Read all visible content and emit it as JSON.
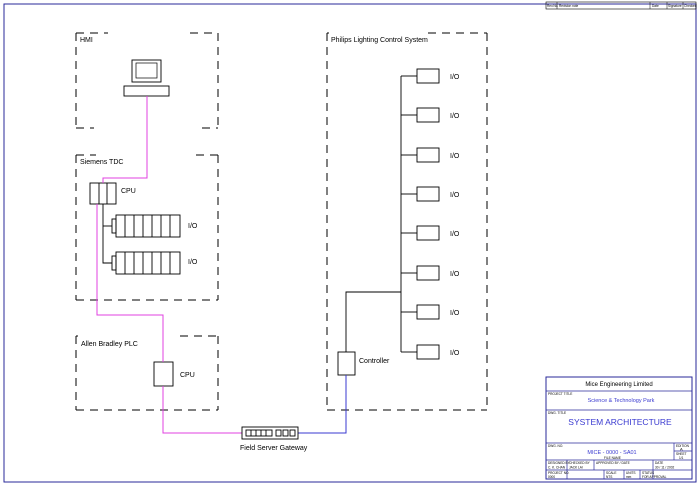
{
  "revision_table": {
    "revision": "Rev.No.",
    "description": "Revision note",
    "date": "Date",
    "signature": "Signature",
    "checked": "Checked"
  },
  "groups": {
    "hmi": "HMI",
    "siemens": "Siemens TDC",
    "allen_bradley": "Allen Bradley PLC",
    "philips": "Philips Lighting Control System"
  },
  "labels": {
    "siemens_cpu": "CPU",
    "siemens_io_1": "I/O",
    "siemens_io_2": "I/O",
    "ab_cpu": "CPU",
    "controller": "Controller",
    "gateway": "Field Server Gateway",
    "philips_io": [
      "I/O",
      "I/O",
      "I/O",
      "I/O",
      "I/O",
      "I/O",
      "I/O",
      "I/O"
    ]
  },
  "title_block": {
    "company": "Mice Engineering Limited",
    "project_title_label": "PROJECT TITLE",
    "project_title": "Science & Technology Park",
    "drawing_title_label": "DWG. TITLE",
    "drawing_title": "SYSTEM ARCHITECTURE",
    "drawing_no_label": "DWG. NO.",
    "drawing_no": "MICE - 0000 - SA01",
    "file_name_label": "FILE NAME",
    "edition_label": "EDITION",
    "edition": "A",
    "sheet_label": "SHEET",
    "sheet": "1/1",
    "designed_by_label": "DESIGNED BY",
    "designed_by": "C. K. CHAN",
    "checked_by_label": "CHECKED BY",
    "checked_by": "JACK LAI",
    "approved_by_label": "APPROVED BY / DATE",
    "date_label": "DATE",
    "date": "30 / 11 / 2002",
    "project_no_label": "PROJECT NO.",
    "project_no": "0000",
    "scale_label": "SCALE",
    "scale": "NTS",
    "units_label": "UNITS",
    "units": "mm",
    "status_label": "STATUS",
    "status": "FOR APPROVAL"
  },
  "colors": {
    "frame": "#2a2a9a",
    "siemens_bus": "#e040e0",
    "philips_bus": "#3a3ad0",
    "title_accent": "#3a3ad0"
  }
}
